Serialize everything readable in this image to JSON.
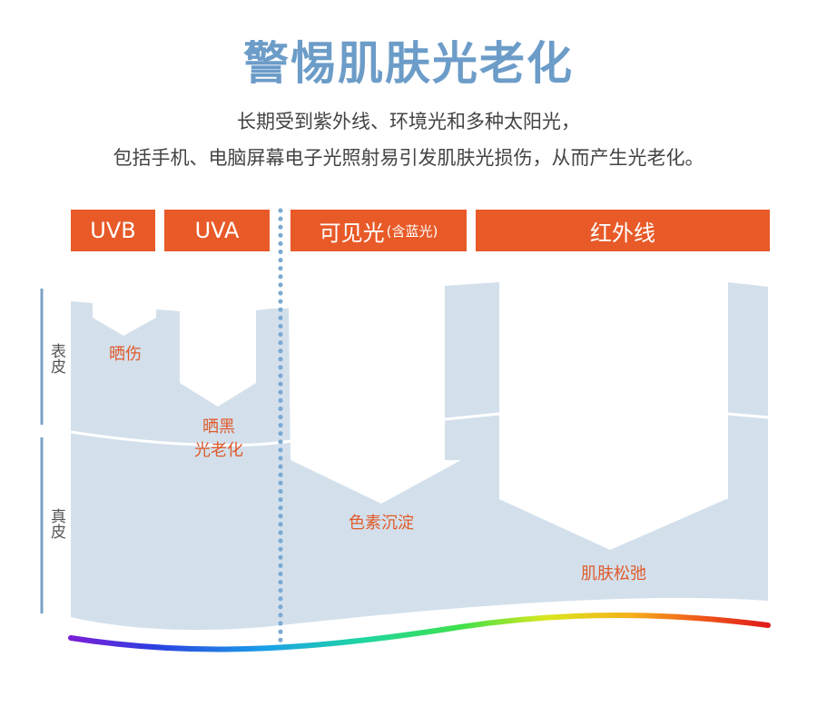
{
  "title": "警惕肌肤光老化",
  "subtitle_line1": "长期受到紫外线、环境光和多种太阳光，",
  "subtitle_line2": "包括手机、电脑屏幕电子光照射易引发肌肤光损伤，从而产生光老化。",
  "bands": {
    "uvb": "UVB",
    "uva": "UVA",
    "visible": "可见光",
    "visible_note": "(含蓝光)",
    "infrared": "红外线"
  },
  "layers": {
    "epidermis": "表皮",
    "dermis": "真皮"
  },
  "effects": {
    "sunburn": "晒伤",
    "tan_line1": "晒黑",
    "tan_line2": "光老化",
    "pigment": "色素沉淀",
    "sagging": "肌肤松弛"
  },
  "colors": {
    "accent": "#e85a28",
    "title": "#6c9cc8",
    "skin": "#d3e0ec"
  }
}
